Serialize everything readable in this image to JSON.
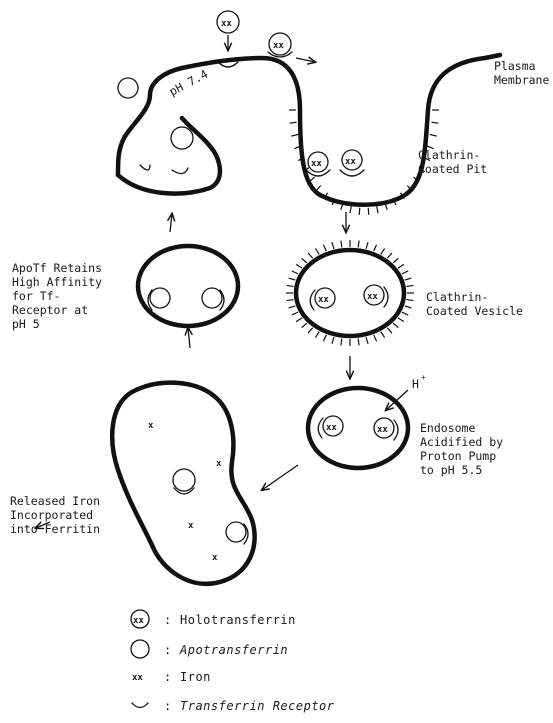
{
  "labels": {
    "ph74": "pH 7.4",
    "plasma_membrane": [
      "Plasma",
      "Membrane"
    ],
    "clathrin_pit": [
      "Clathrin-",
      "Coated Pit"
    ],
    "clathrin_vesicle": [
      "Clathrin-",
      "Coated Vesicle"
    ],
    "endosome": [
      "Endosome",
      "Acidified by",
      "Proton Pump",
      "to pH  5.5"
    ],
    "proton": "H",
    "proton_sup": "+",
    "apotf_retains": [
      "ApoTf Retains",
      "High Affinity",
      "for Tf-",
      "Receptor at",
      "pH 5"
    ],
    "released_iron": [
      "Released Iron",
      "Incorporated",
      "into Ferritin"
    ]
  },
  "legend": [
    {
      "symbol": "holotransferrin-symbol",
      "sep": ":",
      "text": "Holotransferrin"
    },
    {
      "symbol": "apotransferrin-symbol",
      "sep": ":",
      "text": "Apotransferrin"
    },
    {
      "symbol": "iron-symbol",
      "sep": ":",
      "text": "Iron"
    },
    {
      "symbol": "receptor-symbol",
      "sep": ":",
      "text": "Transferrin Receptor"
    }
  ],
  "glyphs": {
    "iron_pair": "xx",
    "iron_single": "x"
  }
}
